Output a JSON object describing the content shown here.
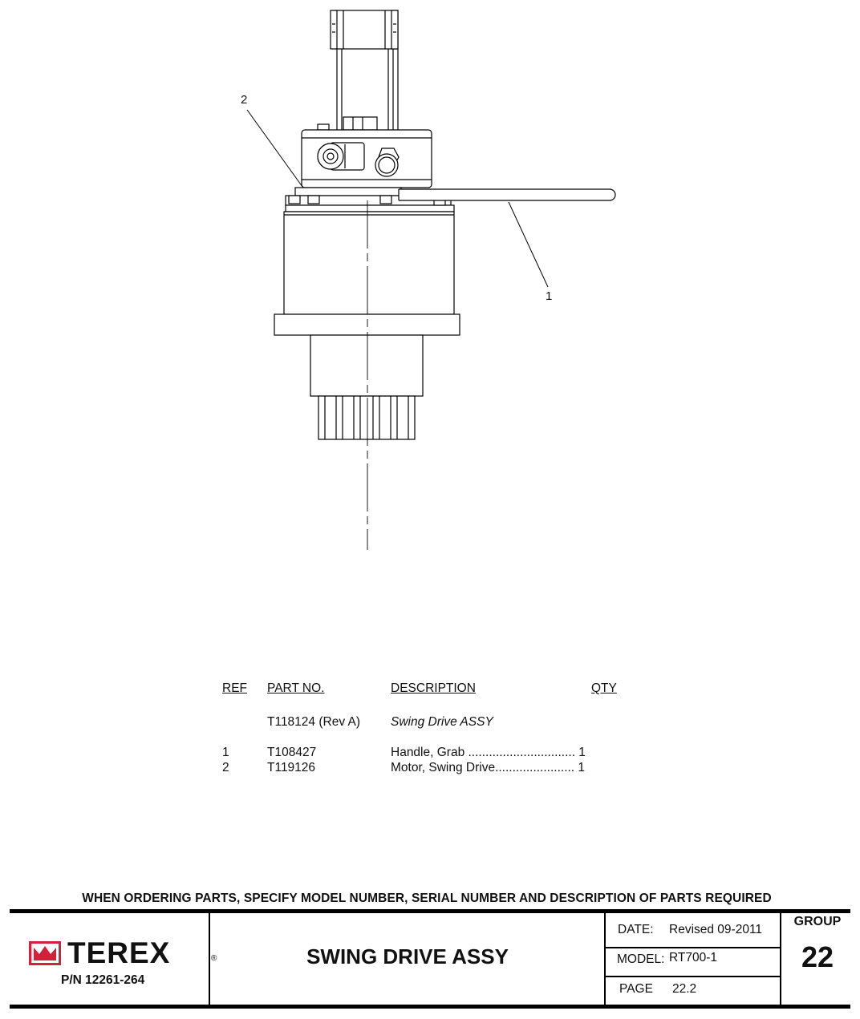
{
  "drawing": {
    "callouts": [
      "2",
      "1"
    ]
  },
  "parts_table": {
    "headers": {
      "ref": "REF",
      "part_no": "PART NO.",
      "description": "DESCRIPTION",
      "qty": "QTY"
    },
    "assembly": {
      "part_no": "T118124 (Rev A)",
      "description": "Swing Drive ASSY"
    },
    "rows": [
      {
        "ref": "1",
        "part_no": "T108427",
        "description": "Handle, Grab ............................... 1"
      },
      {
        "ref": "2",
        "part_no": "T119126",
        "description": "Motor, Swing Drive....................... 1"
      }
    ]
  },
  "footer": {
    "ordering_note": "WHEN ORDERING PARTS, SPECIFY MODEL NUMBER, SERIAL NUMBER AND DESCRIPTION OF PARTS REQUIRED",
    "logo_text": "TEREX",
    "logo_reg": "®",
    "part_number": "P/N 12261-264",
    "title": "SWING DRIVE ASSY",
    "date_label": "DATE:",
    "date_value": "Revised 09-2011",
    "model_label": "MODEL:",
    "model_value": "RT700-1",
    "page_label": "PAGE",
    "page_value": "22.2",
    "group_label": "GROUP",
    "group_value": "22"
  },
  "colors": {
    "logo_red": "#d0223a",
    "line": "#000000"
  }
}
